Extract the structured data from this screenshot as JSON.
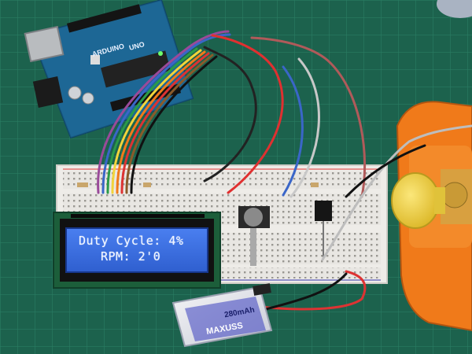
{
  "photo": {
    "arduino": {
      "logo_text": "ARDUINO",
      "model_text": "UNO"
    },
    "lcd": {
      "line1": "Duty Cycle: 4%",
      "line2": "RPM: 2'0"
    },
    "battery": {
      "brand_text": "MAXUSS",
      "capacity_text": "280mAh"
    },
    "colors": {
      "mat": "#1f6b55",
      "grid": "#2f8a6e",
      "lcd_backlight": "#3b6fe0",
      "motor_casing": "#f07a1a",
      "wheel": "#f2d43a"
    }
  }
}
